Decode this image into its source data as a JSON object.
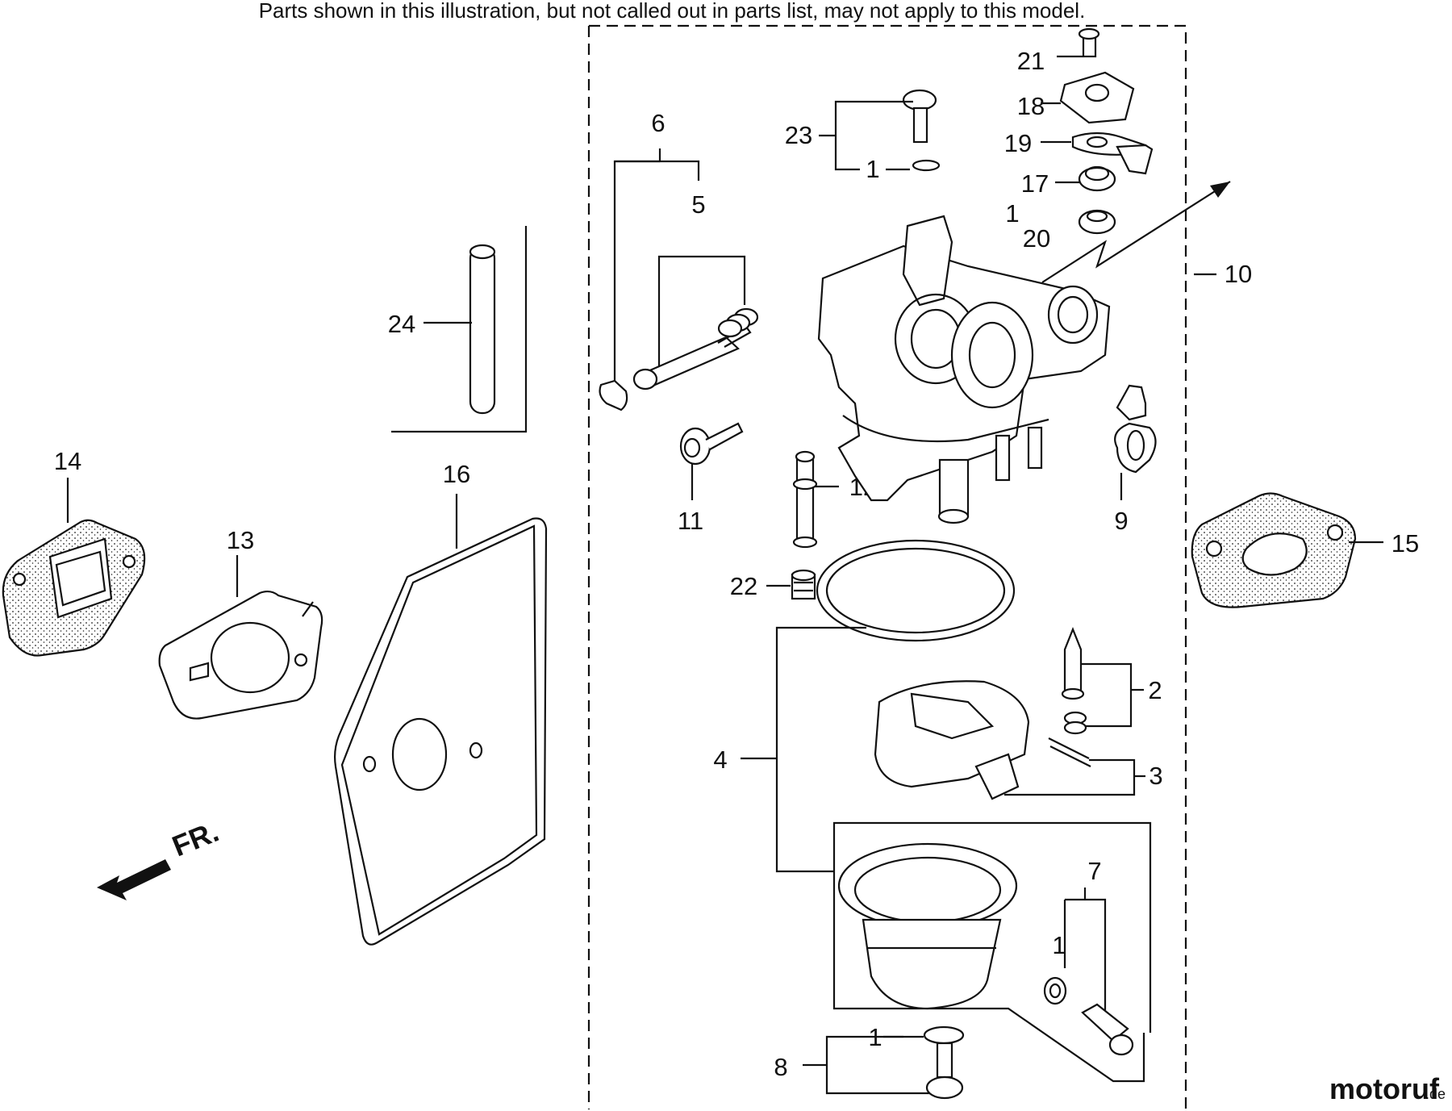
{
  "header": {
    "notice": "Parts shown in this illustration, but not called out in parts list, may not apply to this model."
  },
  "callouts": {
    "c1a": "1",
    "c1b": "1",
    "c1c": "1",
    "c1d": "1",
    "c2": "2",
    "c3": "3",
    "c4": "4",
    "c5": "5",
    "c6": "6",
    "c7": "7",
    "c8": "8",
    "c9": "9",
    "c10": "10",
    "c11": "11",
    "c12": "12",
    "c13": "13",
    "c14": "14",
    "c15": "15",
    "c16": "16",
    "c17": "17",
    "c18": "18",
    "c19": "19",
    "c20": "20",
    "c21": "21",
    "c22": "22",
    "c23": "23",
    "c24": "24"
  },
  "direction": {
    "label": "FR."
  },
  "watermark": {
    "brand": "motoruf",
    "suffix": ".de"
  },
  "colors": {
    "watermark_brand": "#c23a2a",
    "watermark_suffix": "#1f5aa6",
    "ink": "#111111"
  }
}
